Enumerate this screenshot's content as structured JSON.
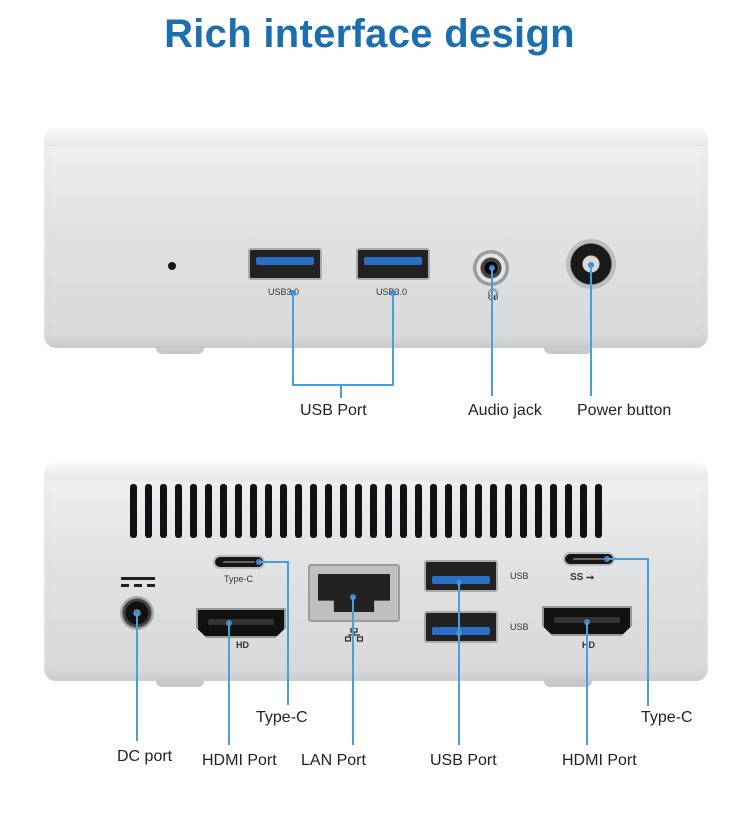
{
  "title": "Rich interface design",
  "front_panel": {
    "usb_left_label": "USB3.0",
    "usb_right_label": "USB3.0",
    "callouts": {
      "usb": "USB Port",
      "audio": "Audio jack",
      "power": "Power button"
    }
  },
  "rear_panel": {
    "typec_left_label": "Type-C",
    "typec_right_label": "SS",
    "hdmi_left_label": "HD",
    "hdmi_right_label": "HD",
    "usb_top_label": "USB",
    "usb_bottom_label": "USB",
    "callouts": {
      "typec_left": "Type-C",
      "typec_right": "Type-C",
      "dc": "DC port",
      "hdmi_left": "HDMI Port",
      "lan": "LAN Port",
      "usb": "USB Port",
      "hdmi_right": "HDMI Port"
    }
  },
  "colors": {
    "title": "#1b6fae",
    "callout_line": "#4a9fd6",
    "usb_tongue": "#2a6fc6"
  }
}
